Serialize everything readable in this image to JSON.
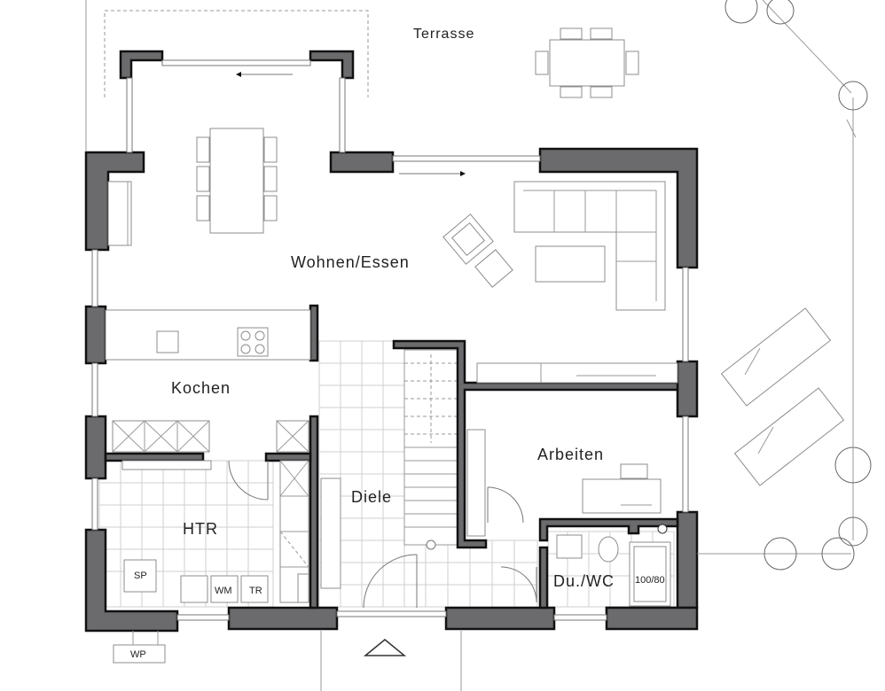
{
  "plan": {
    "rooms": {
      "terrace": "Terrasse",
      "living": "Wohnen/Essen",
      "kitchen": "Kochen",
      "study": "Arbeiten",
      "hall": "Diele",
      "utility": "HTR",
      "bath": "Du./WC"
    },
    "fixtures": {
      "storage_tank": "SP",
      "washing_machine": "WM",
      "dryer": "TR",
      "shower": "100/80",
      "outdoor_pump": "WP"
    }
  }
}
